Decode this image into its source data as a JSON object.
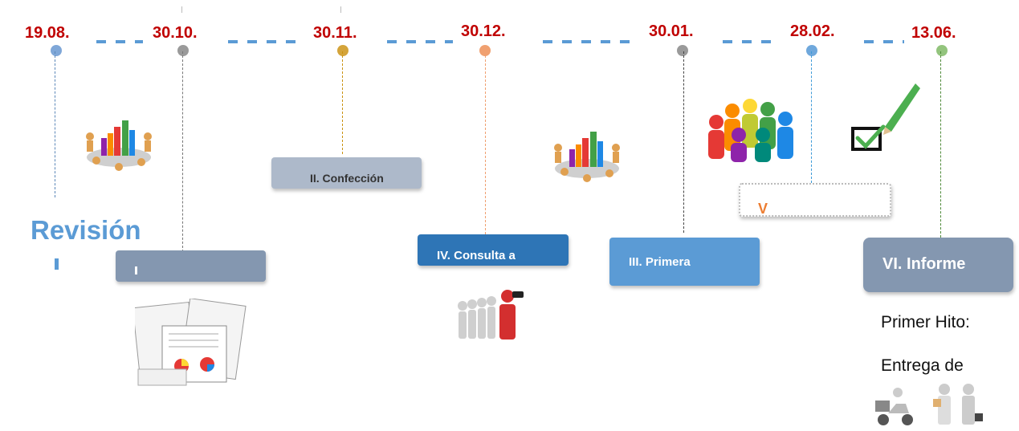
{
  "timeline": {
    "dates": [
      "19.08.",
      "30.10.",
      "30.11.",
      "30.12.",
      "30.01.",
      "28.02.",
      "13.06."
    ]
  },
  "side_label": "Revisión",
  "boxes": {
    "b1": "",
    "b2": "II. Confección",
    "b3": "IV. Consulta a",
    "b4": "III. Primera",
    "b5": "V",
    "b6": "VI. Informe"
  },
  "notes": {
    "line1": "Primer Hito:",
    "line2": "Entrega de"
  },
  "colors": {
    "date_red": "#c00000",
    "timeline_blue": "#5b9bd5",
    "box_gray": "#8497b0",
    "box_blue": "#2e75b6",
    "box_lightblue": "#5b9bd5",
    "box_orange_text": "#ed7d31"
  },
  "icons": [
    "meeting-chart-icon",
    "meeting-chart-icon",
    "people-circle-icon",
    "checkbox-pencil-icon",
    "documents-icon",
    "binoculars-people-icon",
    "delivery-icon"
  ]
}
